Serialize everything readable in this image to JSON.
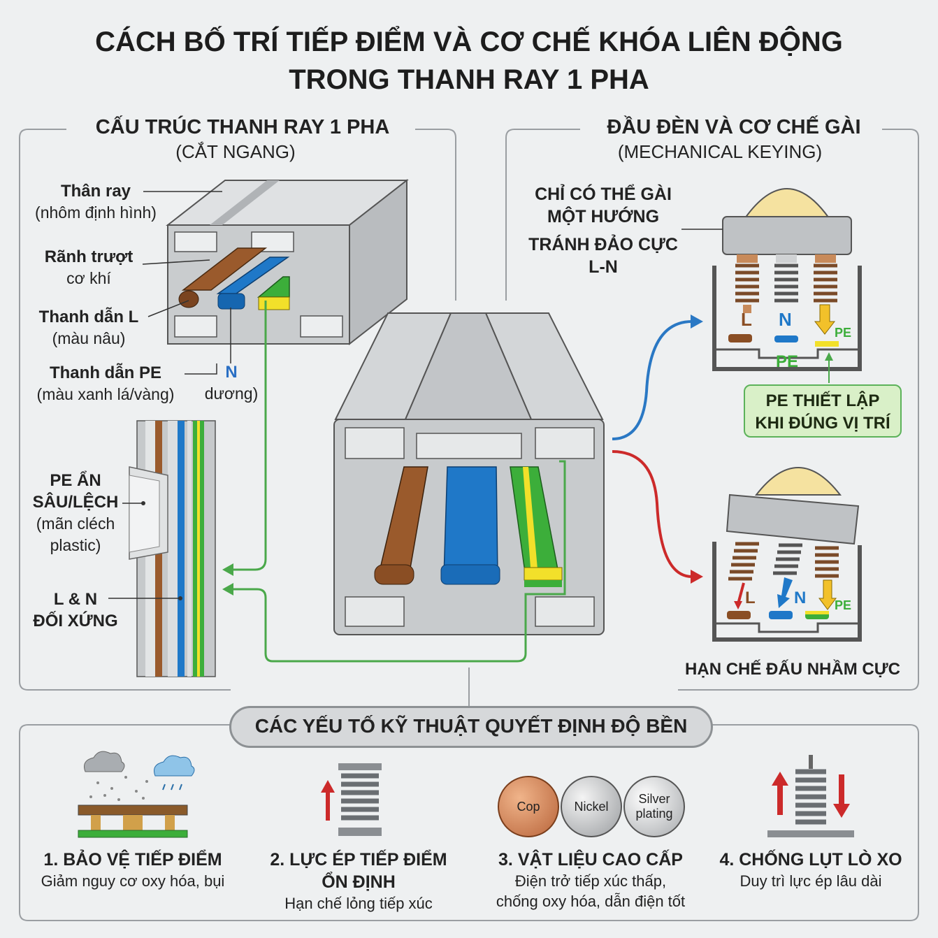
{
  "title": {
    "line1": "CÁCH BỐ  TRÍ TIẾP ĐIỂM VÀ CƠ CHẾ KHÓA LIÊN ĐỘNG",
    "line2": "TRONG THANH RAY 1 PHA"
  },
  "left_section": {
    "title": "CẤU TRÚC THANH RAY 1 PHA",
    "subtitle": "(CẮT NGANG)",
    "labels": {
      "than_ray": "Thân ray",
      "than_ray_sub": "(nhôm định hình)",
      "ranh_truot": "Rãnh trượt",
      "ranh_truot_sub": "cơ khí",
      "thanh_dan_l": "Thanh dẫn L",
      "thanh_dan_l_sub": "(màu nâu)",
      "thanh_dan_pe": "Thanh dẫn PE",
      "thanh_dan_pe_sub": "(màu xanh lá/vàng)",
      "n_label": "N",
      "n_sub": "dương)",
      "pe_an": "PE ẨN",
      "sau_lech": "SÂU/LỆCH",
      "man_clech": "(mãn cléch",
      "plastic": "plastic)",
      "l_n": "L & N",
      "doi_xung": "ĐỐI XỨNG"
    }
  },
  "right_section": {
    "title": "ĐẦU ĐÈN VÀ CƠ CHẾ GÀI",
    "subtitle": "(MECHANICAL KEYING)",
    "note_line1": "CHỈ CÓ THỂ GÀI",
    "note_line2": "MỘT HƯỚNG",
    "note_line3": "TRÁNH ĐẢO CỰC",
    "note_line4": "L-N",
    "top_labels": {
      "l": "L",
      "n": "N",
      "pe_small": "PE",
      "pe_bottom": "PE"
    },
    "callout_line1": "PE THIẾT LẬP",
    "callout_line2": "KHI ĐÚNG VỊ TRÍ",
    "bottom_labels": {
      "l": "L",
      "n": "N",
      "pe_small": "PE"
    },
    "bottom_caption": "HẠN CHẾ ĐẤU NHẦM CỰC"
  },
  "bottom_section": {
    "title": "CÁC YẾU TỐ KỸ THUẬT QUYẾT ĐỊNH ĐỘ BỀN",
    "features": [
      {
        "title": "1. BẢO VỆ TIẾP ĐIỂM",
        "desc1": "Giảm nguy cơ oxy hóa, bụi",
        "desc2": ""
      },
      {
        "title": "2. LỰC ÉP TIẾP ĐIỂM",
        "title2": "ỔN ĐỊNH",
        "desc1": "Hạn chế lỏng tiếp xúc",
        "desc2": ""
      },
      {
        "title": "3. VẬT LIỆU CAO CẤP",
        "desc1": "Điện trở tiếp xúc thấp,",
        "desc2": "chống oxy hóa, dẫn điện tốt"
      },
      {
        "title": "4. CHỐNG LỤT LÒ XO",
        "desc1": "Duy trì lực ép lâu dài",
        "desc2": ""
      }
    ],
    "materials": {
      "copper": "Cop",
      "nickel": "Nickel",
      "silver_1": "Silver",
      "silver_2": "plating"
    }
  },
  "colors": {
    "brown": "#9a5a2c",
    "blue": "#1f78c8",
    "green": "#3cae3a",
    "yellow": "#f2e02a",
    "arrow_blue": "#2a78c4",
    "arrow_red": "#cc2a2a",
    "arrow_green": "#4aa84a",
    "rail": "#c9cccf"
  }
}
